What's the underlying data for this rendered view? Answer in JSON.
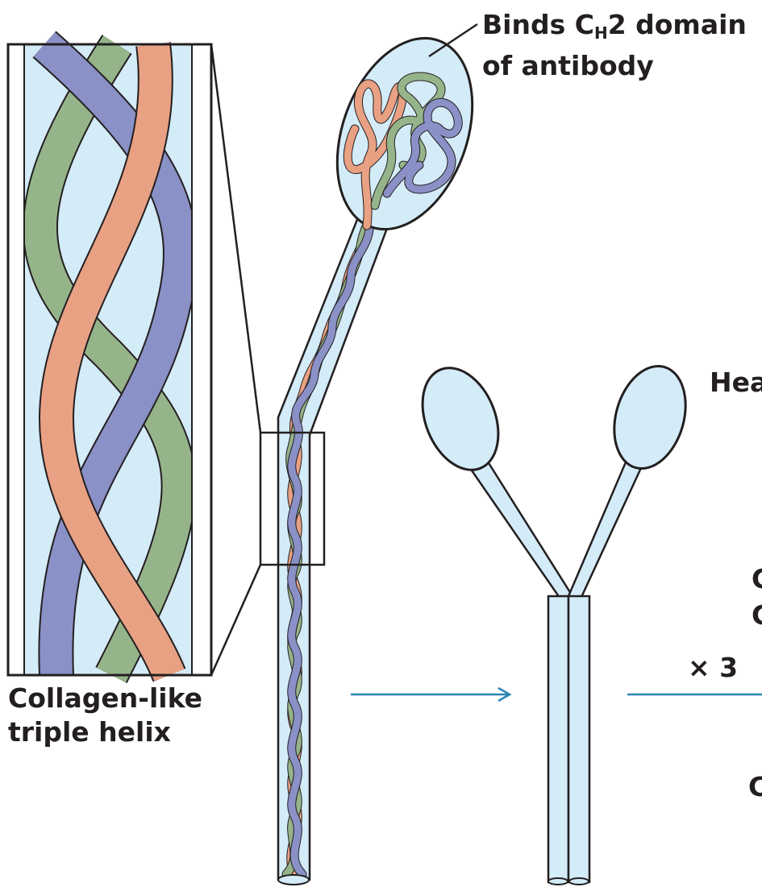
{
  "labels": {
    "binds_line1_prefix": "Binds C",
    "binds_line1_sub": "H",
    "binds_line1_suffix": "2 domain",
    "binds_line2": "of antibody",
    "head_partial": "Hea",
    "collagen_line1": "Collagen-like",
    "collagen_line2": "triple helix",
    "times_three": "× 3",
    "partial_c1": "C",
    "partial_c2": "C",
    "partial_c3": "C"
  },
  "colors": {
    "strand_orange": "#e9a184",
    "strand_green": "#96b48a",
    "strand_blue": "#8a91c6",
    "fill_light_blue": "#d4ebf8",
    "outline": "#231f20",
    "arrow_teal": "#2a86b2",
    "text": "#231f20"
  }
}
